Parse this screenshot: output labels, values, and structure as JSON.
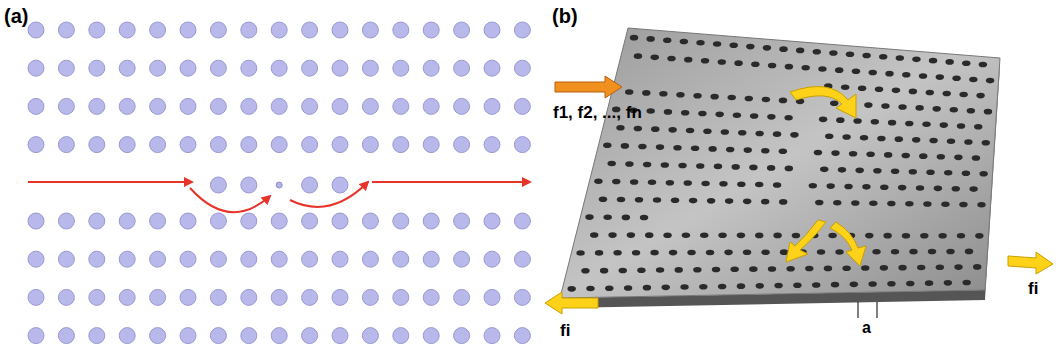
{
  "diagram": {
    "labels": [
      "(a)",
      "(b)",
      "f1, f2, ..., fn",
      "fi",
      "fi",
      "a"
    ]
  }
}
